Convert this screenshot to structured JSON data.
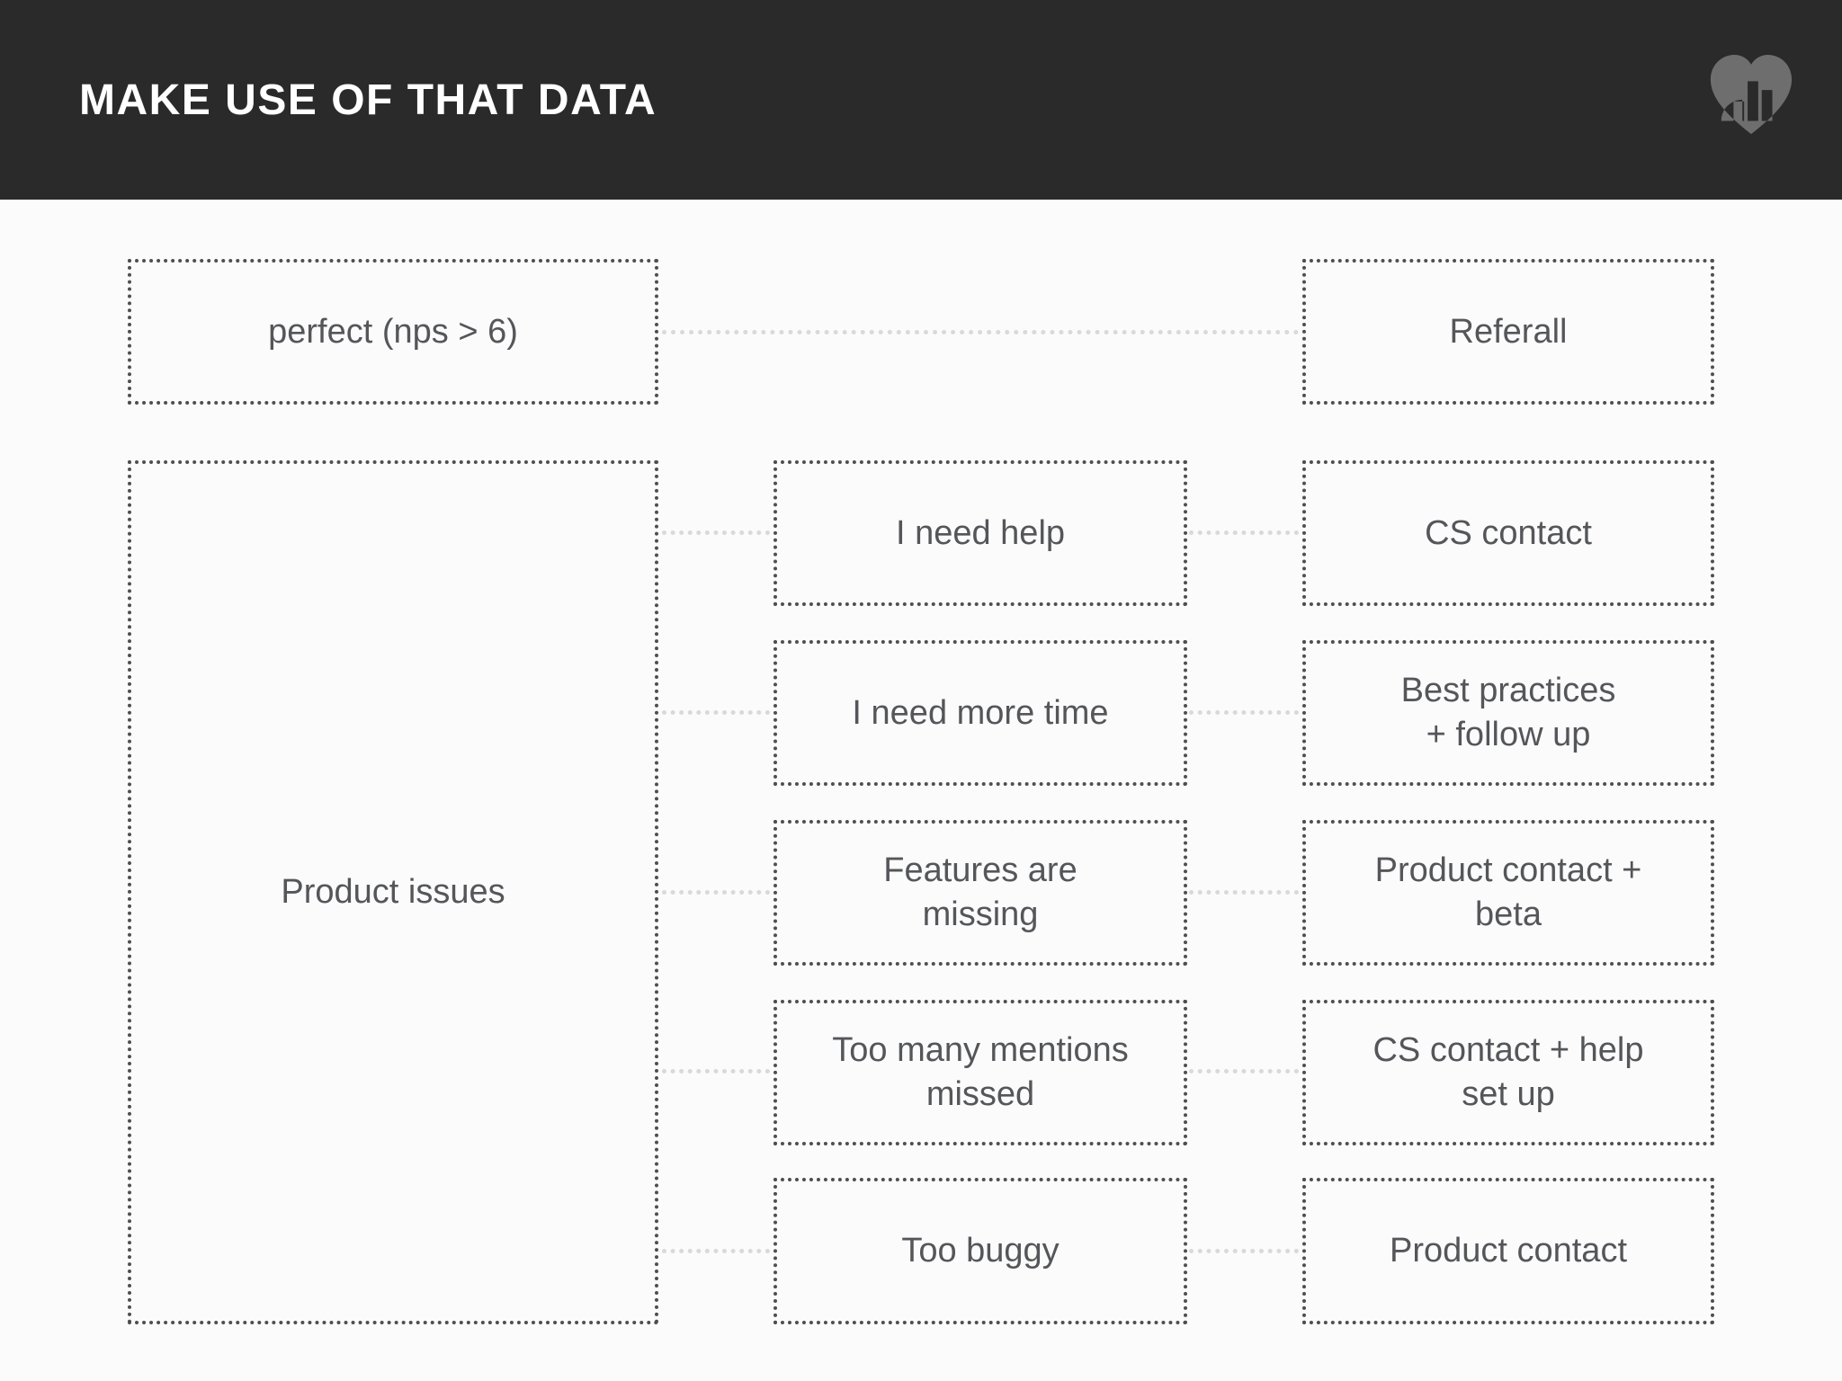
{
  "slide": {
    "title": "MAKE USE OF THAT DATA",
    "logo_icon": "heart-bar-chart-logo"
  },
  "colors": {
    "header_bg": "#2a2a2a",
    "title_text": "#ffffff",
    "body_bg": "#fbfbfb",
    "box_border": "#4d4f52",
    "box_text": "#55565a",
    "connector": "#d9d9d9",
    "logo_gray": "#6e6e6e"
  },
  "diagram": {
    "sources": [
      {
        "id": "perfect",
        "label": "perfect (nps > 6)"
      },
      {
        "id": "product-issues",
        "label": "Product issues"
      }
    ],
    "reasons": [
      {
        "id": "i-need-help",
        "lines": [
          "I need help"
        ]
      },
      {
        "id": "i-need-more-time",
        "lines": [
          "I need more time"
        ]
      },
      {
        "id": "features-are-missing",
        "lines": [
          "Features are",
          "missing"
        ]
      },
      {
        "id": "too-many-mentions-missed",
        "lines": [
          "Too many mentions",
          "missed"
        ]
      },
      {
        "id": "too-buggy",
        "lines": [
          "Too buggy"
        ]
      }
    ],
    "actions": [
      {
        "id": "referall",
        "lines": [
          "Referall"
        ]
      },
      {
        "id": "cs-contact",
        "lines": [
          "CS contact"
        ]
      },
      {
        "id": "best-practices-follow-up",
        "lines": [
          "Best practices",
          "+ follow up"
        ]
      },
      {
        "id": "product-contact-beta",
        "lines": [
          "Product contact +",
          "beta"
        ]
      },
      {
        "id": "cs-contact-help-set-up",
        "lines": [
          "CS contact + help",
          "set up"
        ]
      },
      {
        "id": "product-contact",
        "lines": [
          "Product contact"
        ]
      }
    ],
    "connections": [
      {
        "from": "perfect",
        "to": "referall"
      },
      {
        "from": "product-issues",
        "to": "i-need-help"
      },
      {
        "from": "product-issues",
        "to": "i-need-more-time"
      },
      {
        "from": "product-issues",
        "to": "features-are-missing"
      },
      {
        "from": "product-issues",
        "to": "too-many-mentions-missed"
      },
      {
        "from": "product-issues",
        "to": "too-buggy"
      },
      {
        "from": "i-need-help",
        "to": "cs-contact"
      },
      {
        "from": "i-need-more-time",
        "to": "best-practices-follow-up"
      },
      {
        "from": "features-are-missing",
        "to": "product-contact-beta"
      },
      {
        "from": "too-many-mentions-missed",
        "to": "cs-contact-help-set-up"
      },
      {
        "from": "too-buggy",
        "to": "product-contact"
      }
    ]
  }
}
